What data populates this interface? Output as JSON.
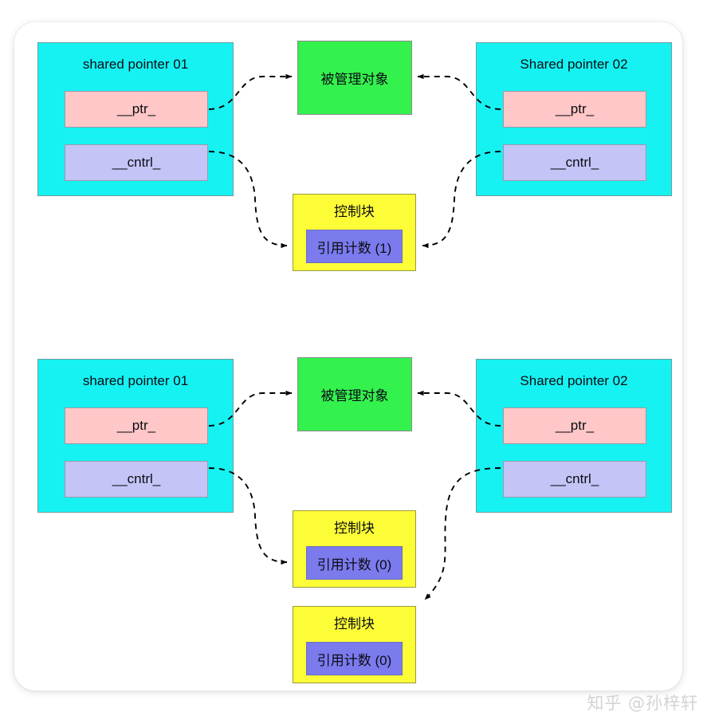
{
  "diagram": {
    "title": "shared_ptr reference counting diagram",
    "colors": {
      "panel": "#16f2f2",
      "ptr_field": "#ffc7c7",
      "cntrl_field": "#c4c4f7",
      "managed_object": "#33f24e",
      "control_block": "#fdfd37",
      "ref_count": "#7b7bee",
      "connector": "#000000",
      "card": "#ffffff"
    },
    "sections": [
      {
        "id": "top",
        "left_panel": {
          "title": "shared pointer 01",
          "fields": [
            {
              "label": "__ptr_"
            },
            {
              "label": "__cntrl_"
            }
          ]
        },
        "right_panel": {
          "title": "Shared pointer 02",
          "fields": [
            {
              "label": "__ptr_"
            },
            {
              "label": "__cntrl_"
            }
          ]
        },
        "managed_object": {
          "label": "被管理对象"
        },
        "control_blocks": [
          {
            "title": "控制块",
            "count_label": "引用计数 (1)",
            "count": 1
          }
        ]
      },
      {
        "id": "bottom",
        "left_panel": {
          "title": "shared pointer 01",
          "fields": [
            {
              "label": "__ptr_"
            },
            {
              "label": "__cntrl_"
            }
          ]
        },
        "right_panel": {
          "title": "Shared pointer 02",
          "fields": [
            {
              "label": "__ptr_"
            },
            {
              "label": "__cntrl_"
            }
          ]
        },
        "managed_object": {
          "label": "被管理对象"
        },
        "control_blocks": [
          {
            "title": "控制块",
            "count_label": "引用计数 (0)",
            "count": 0
          },
          {
            "title": "控制块",
            "count_label": "引用计数 (0)",
            "count": 0
          }
        ]
      }
    ]
  },
  "watermark": {
    "text": "知乎 @孙梓轩"
  }
}
